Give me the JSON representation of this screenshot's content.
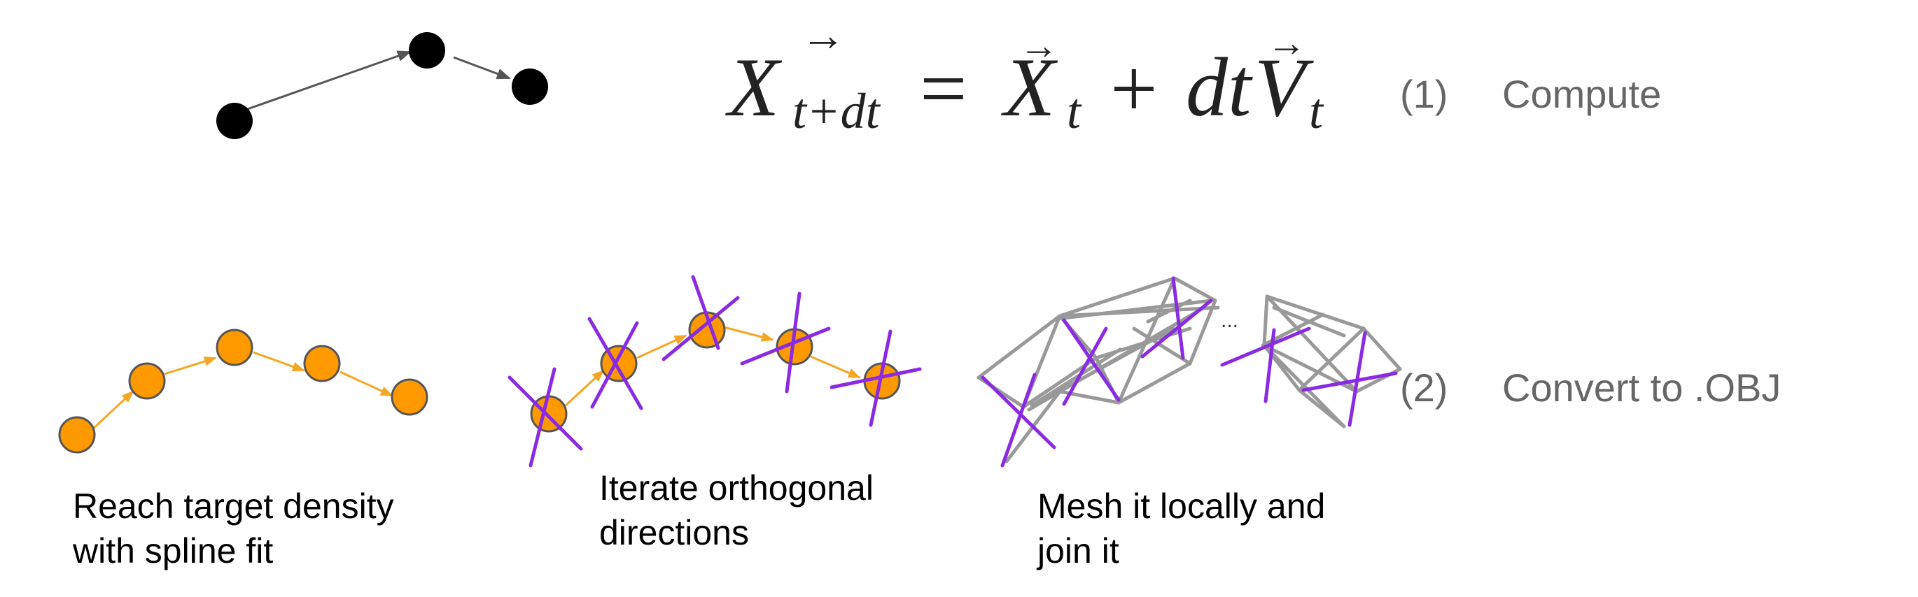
{
  "colors": {
    "node_dark": "#000000",
    "arrow_dark": "#555555",
    "node_orange": "#ff9900",
    "node_stroke": "#555555",
    "arrow_orange": "#f5a623",
    "purple": "#8a2be2",
    "mesh_gray": "#999999",
    "side_text": "#666666"
  },
  "equation": {
    "lhs": "X",
    "lhs_sub": "t+dt",
    "equals": "=",
    "rhs_x": "X",
    "rhs_x_sub": "t",
    "plus": "+",
    "dt": "dt",
    "rhs_v": "V",
    "rhs_v_sub": "t",
    "vector_arrow": "→"
  },
  "rows": [
    {
      "number": "(1)",
      "label": "Compute"
    },
    {
      "number": "(2)",
      "label": "Convert to .OBJ"
    }
  ],
  "captions": {
    "spline": "Reach target density\nwith spline fit",
    "orthogonal": "Iterate orthogonal\ndirections",
    "mesh": "Mesh it locally and\njoin it"
  },
  "ellipsis": "..."
}
